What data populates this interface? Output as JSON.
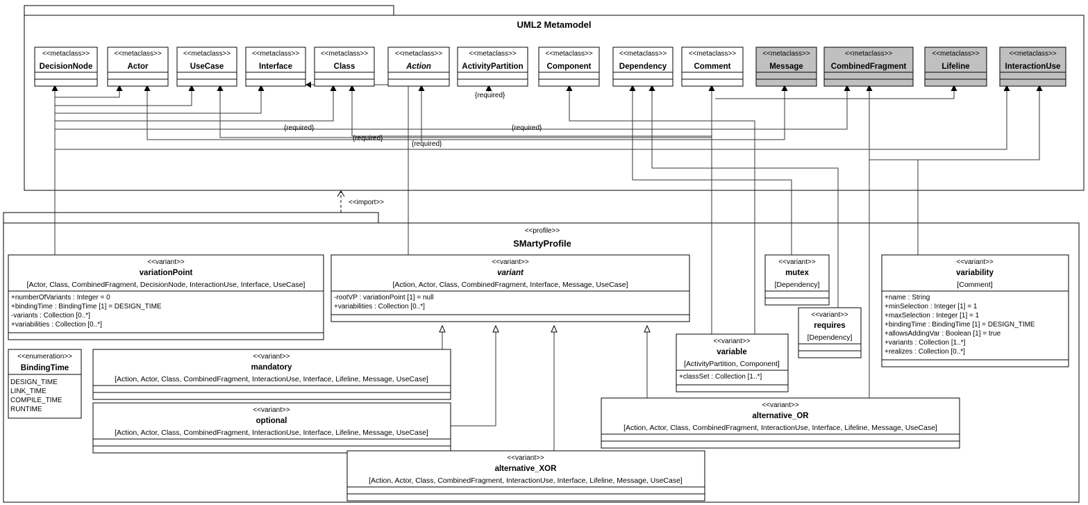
{
  "metamodel": {
    "title": "UML2 Metamodel"
  },
  "profile": {
    "stereotype": "<<profile>>",
    "name": "SMartyProfile"
  },
  "import_label": "<<import>>",
  "metaclass_stereotype": "<<metaclass>>",
  "metaclasses": [
    {
      "id": "DecisionNode",
      "name": "DecisionNode",
      "italic": false,
      "shaded": false
    },
    {
      "id": "Actor",
      "name": "Actor",
      "italic": false,
      "shaded": false
    },
    {
      "id": "UseCase",
      "name": "UseCase",
      "italic": false,
      "shaded": false
    },
    {
      "id": "Interface",
      "name": "Interface",
      "italic": false,
      "shaded": false
    },
    {
      "id": "Class",
      "name": "Class",
      "italic": false,
      "shaded": false
    },
    {
      "id": "Action",
      "name": "Action",
      "italic": true,
      "shaded": false
    },
    {
      "id": "ActivityPartition",
      "name": "ActivityPartition",
      "italic": false,
      "shaded": false
    },
    {
      "id": "Component",
      "name": "Component",
      "italic": false,
      "shaded": false
    },
    {
      "id": "Dependency",
      "name": "Dependency",
      "italic": false,
      "shaded": false
    },
    {
      "id": "Comment",
      "name": "Comment",
      "italic": false,
      "shaded": false
    },
    {
      "id": "Message",
      "name": "Message",
      "italic": false,
      "shaded": true
    },
    {
      "id": "CombinedFragment",
      "name": "CombinedFragment",
      "italic": false,
      "shaded": true
    },
    {
      "id": "Lifeline",
      "name": "Lifeline",
      "italic": false,
      "shaded": true
    },
    {
      "id": "InteractionUse",
      "name": "InteractionUse",
      "italic": false,
      "shaded": true
    }
  ],
  "required_labels": [
    "{required}",
    "{required}",
    "{required}",
    "{required}",
    "{required}"
  ],
  "stereotypes": [
    {
      "id": "variationPoint",
      "stereotype": "<<variant>>",
      "name": "variationPoint",
      "italic": false,
      "extends": "[Actor, Class, CombinedFragment, DecisionNode, InteractionUse, Interface, UseCase]",
      "attributes": [
        "+numberOfVariants : Integer = 0",
        "+bindingTime : BindingTime [1] = DESIGN_TIME",
        "-variants : Collection [0..*]",
        "+variabilities : Collection [0..*]"
      ]
    },
    {
      "id": "variant",
      "stereotype": "<<variant>>",
      "name": "variant",
      "italic": true,
      "extends": "[Action, Actor, Class, CombinedFragment, Interface, Message, UseCase]",
      "attributes": [
        "-rootVP : variationPoint [1] = null",
        "+variabilities : Collection [0..*]"
      ]
    },
    {
      "id": "mutex",
      "stereotype": "<<variant>>",
      "name": "mutex",
      "italic": false,
      "extends": "[Dependency]",
      "attributes": []
    },
    {
      "id": "requires",
      "stereotype": "<<variant>>",
      "name": "requires",
      "italic": false,
      "extends": "[Dependency]",
      "attributes": []
    },
    {
      "id": "variability",
      "stereotype": "<<variant>>",
      "name": "variability",
      "italic": false,
      "extends": "[Comment]",
      "attributes": [
        "+name : String",
        "+minSelection : Integer [1] = 1",
        "+maxSelection : Integer [1] = 1",
        "+bindingTime : BindingTime [1] = DESIGN_TIME",
        "+allowsAddingVar : Boolean [1] = true",
        "+variants : Collection [1..*]",
        "+realizes : Collection [0..*]"
      ]
    },
    {
      "id": "variable",
      "stereotype": "<<variant>>",
      "name": "variable",
      "italic": false,
      "extends": "[ActivityPartition, Component]",
      "attributes": [
        "+classSet : Collection [1..*]"
      ]
    },
    {
      "id": "mandatory",
      "stereotype": "<<variant>>",
      "name": "mandatory",
      "italic": false,
      "extends": "[Action, Actor, Class, CombinedFragment, InteractionUse, Interface, Lifeline, Message, UseCase]",
      "attributes": []
    },
    {
      "id": "optional",
      "stereotype": "<<variant>>",
      "name": "optional",
      "italic": false,
      "extends": "[Action, Actor, Class, CombinedFragment, InteractionUse, Interface, Lifeline, Message, UseCase]",
      "attributes": []
    },
    {
      "id": "alternative_OR",
      "stereotype": "<<variant>>",
      "name": "alternative_OR",
      "italic": false,
      "extends": "[Action, Actor, Class, CombinedFragment, InteractionUse, Interface, Lifeline, Message, UseCase]",
      "attributes": []
    },
    {
      "id": "alternative_XOR",
      "stereotype": "<<variant>>",
      "name": "alternative_XOR",
      "italic": false,
      "extends": "[Action, Actor, Class, CombinedFragment, InteractionUse, Interface, Lifeline, Message, UseCase]",
      "attributes": []
    }
  ],
  "enumeration": {
    "stereotype": "<<enumeration>>",
    "name": "BindingTime",
    "literals": [
      "DESIGN_TIME",
      "LINK_TIME",
      "COMPILE_TIME",
      "RUNTIME"
    ]
  },
  "colors": {
    "line": "#000000",
    "connector": "#333333",
    "shaded": "#c0c0c0",
    "background": "#ffffff"
  }
}
